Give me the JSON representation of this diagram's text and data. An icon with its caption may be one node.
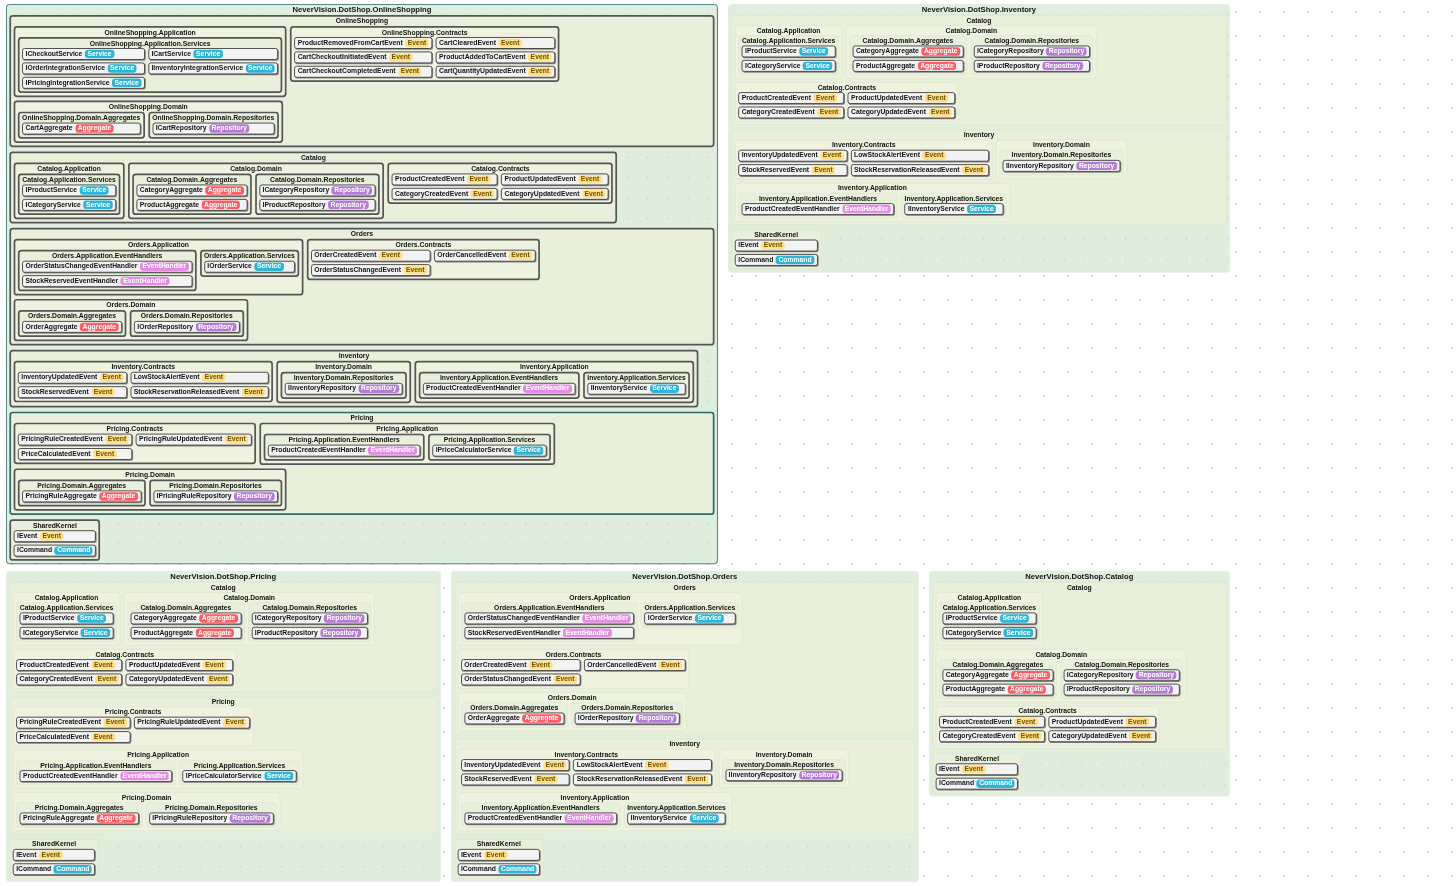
{
  "diagram": {
    "nodes": [
      {
        "text": [
          "NeverVision.DotShop.OnlineShopping"
        ]
      },
      {
        "text": [
          "OnlineShopping"
        ],
        "in": 0
      },
      {
        "text": [
          "OnlineShopping.Application"
        ],
        "in": 1
      },
      {
        "text": [
          "OnlineShopping.Application.Services"
        ],
        "in": 2
      },
      {
        "text": [
          "ICheckoutService",
          "Service"
        ],
        "in": 3
      },
      {
        "text": [
          "ICartService",
          "Service"
        ],
        "in": 3
      },
      {
        "text": [
          "IOrderIntegrationService",
          "Service"
        ],
        "in": 3
      },
      {
        "text": [
          "IInventoryIntegrationService",
          "Service"
        ],
        "in": 3
      },
      {
        "text": [
          "IPricingIntegrationService",
          "Service"
        ],
        "in": 3
      },
      {
        "text": [
          "OnlineShopping.Contracts"
        ],
        "in": 1
      },
      {
        "text": [
          "ProductRemovedFromCartEvent",
          "Event"
        ],
        "in": 9
      },
      {
        "text": [
          "CartClearedEvent",
          "Event"
        ],
        "in": 9
      },
      {
        "text": [
          "CartCheckoutInitiatedEvent",
          "Event"
        ],
        "in": 9
      },
      {
        "text": [
          "ProductAddedToCartEvent",
          "Event"
        ],
        "in": 9
      },
      {
        "text": [
          "CartCheckoutCompletedEvent",
          "Event"
        ],
        "in": 9
      },
      {
        "text": [
          "CartQuantityUpdatedEvent",
          "Event"
        ],
        "in": 9
      },
      {
        "text": [
          "OnlineShopping.Domain"
        ],
        "in": 1
      },
      {
        "text": [
          "OnlineShopping.Domain.Aggregates"
        ],
        "in": 16
      },
      {
        "text": [
          "CartAggregate",
          "Aggregate"
        ],
        "in": 17
      },
      {
        "text": [
          "OnlineShopping.Domain.Repositories"
        ],
        "in": 16
      },
      {
        "text": [
          "ICartRepository",
          "Repository"
        ],
        "in": 19
      },
      {
        "text": [
          "Catalog"
        ],
        "in": 0
      },
      {
        "text": [
          "Catalog.Application"
        ],
        "in": 21
      },
      {
        "text": [
          "Catalog.Application.Services"
        ],
        "in": 22
      },
      {
        "text": [
          "IProductService",
          "Service"
        ],
        "in": 23
      },
      {
        "text": [
          "ICategoryService",
          "Service"
        ],
        "in": 23
      },
      {
        "text": [
          "Catalog.Domain"
        ],
        "in": 21
      },
      {
        "text": [
          "Catalog.Domain.Aggregates"
        ],
        "in": 26
      },
      {
        "text": [
          "CategoryAggregate",
          "Aggregate"
        ],
        "in": 27
      },
      {
        "text": [
          "ProductAggregate",
          "Aggregate"
        ],
        "in": 27
      },
      {
        "text": [
          "Catalog.Domain.Repositories"
        ],
        "in": 26
      },
      {
        "text": [
          "ICategoryRepository",
          "Repository"
        ],
        "in": 30
      },
      {
        "text": [
          "IProductRepository",
          "Repository"
        ],
        "in": 30
      },
      {
        "text": [
          "Catalog.Contracts"
        ],
        "in": 21
      },
      {
        "text": [
          "ProductCreatedEvent",
          "Event"
        ],
        "in": 33
      },
      {
        "text": [
          "ProductUpdatedEvent",
          "Event"
        ],
        "in": 33
      },
      {
        "text": [
          "CategoryCreatedEvent",
          "Event"
        ],
        "in": 33
      },
      {
        "text": [
          "CategoryUpdatedEvent",
          "Event"
        ],
        "in": 33
      },
      {
        "text": [
          "Orders"
        ],
        "in": 0
      },
      {
        "text": [
          "Orders.Application"
        ],
        "in": 38
      },
      {
        "text": [
          "Orders.Application.EventHandlers"
        ],
        "in": 39
      },
      {
        "text": [
          "OrderStatusChangedEventHandler",
          "EventHandler"
        ],
        "in": 40
      },
      {
        "text": [
          "StockReservedEventHandler",
          "EventHandler"
        ],
        "in": 40
      },
      {
        "text": [
          "Orders.Application.Services"
        ],
        "in": 39
      },
      {
        "text": [
          "IOrderService",
          "Service"
        ],
        "in": 43
      },
      {
        "text": [
          "Orders.Contracts"
        ],
        "in": 38
      },
      {
        "text": [
          "OrderCreatedEvent",
          "Event"
        ],
        "in": 45
      },
      {
        "text": [
          "OrderCancelledEvent",
          "Event"
        ],
        "in": 45
      },
      {
        "text": [
          "OrderStatusChangedEvent",
          "Event"
        ],
        "in": 45
      },
      {
        "text": [
          "Orders.Domain"
        ],
        "in": 38
      },
      {
        "text": [
          "Orders.Domain.Aggregates"
        ],
        "in": 49
      },
      {
        "text": [
          "OrderAggregate",
          "Aggregate"
        ],
        "in": 50
      },
      {
        "text": [
          "Orders.Domain.Repositories"
        ],
        "in": 49
      },
      {
        "text": [
          "IOrderRepository",
          "Repository"
        ],
        "in": 52
      },
      {
        "text": [
          "Inventory"
        ],
        "in": 0
      },
      {
        "text": [
          "Inventory.Contracts"
        ],
        "in": 54
      },
      {
        "text": [
          "InventoryUpdatedEvent",
          "Event"
        ],
        "in": 55
      },
      {
        "text": [
          "LowStockAlertEvent",
          "Event"
        ],
        "in": 55
      },
      {
        "text": [
          "StockReservedEvent",
          "Event"
        ],
        "in": 55
      },
      {
        "text": [
          "StockReservationReleasedEvent",
          "Event"
        ],
        "in": 55
      },
      {
        "text": [
          "Inventory.Domain"
        ],
        "in": 54
      },
      {
        "text": [
          "Inventory.Domain.Repositories"
        ],
        "in": 60
      },
      {
        "text": [
          "IInventoryRepository",
          "Repository"
        ],
        "in": 61
      },
      {
        "text": [
          "Inventory.Application"
        ],
        "in": 54
      },
      {
        "text": [
          "Inventory.Application.EventHandlers"
        ],
        "in": 63
      },
      {
        "text": [
          "ProductCreatedEventHandler",
          "EventHandler"
        ],
        "in": 64
      },
      {
        "text": [
          "Inventory.Application.Services"
        ],
        "in": 63
      },
      {
        "text": [
          "IInventoryService",
          "Service"
        ],
        "in": 66
      },
      {
        "text": [
          "Pricing"
        ],
        "in": 0
      },
      {
        "text": [
          "Pricing.Contracts"
        ],
        "in": 68
      },
      {
        "text": [
          "PricingRuleCreatedEvent",
          "Event"
        ],
        "in": 69
      },
      {
        "text": [
          "PricingRuleUpdatedEvent",
          "Event"
        ],
        "in": 69
      },
      {
        "text": [
          "PriceCalculatedEvent",
          "Event"
        ],
        "in": 69
      },
      {
        "text": [
          "Pricing.Application"
        ],
        "in": 68
      },
      {
        "text": [
          "Pricing.Application.EventHandlers"
        ],
        "in": 73
      },
      {
        "text": [
          "ProductCreatedEventHandler",
          "EventHandler"
        ],
        "in": 74
      },
      {
        "text": [
          "Pricing.Application.Services"
        ],
        "in": 73
      },
      {
        "text": [
          "IPriceCalculatorService",
          "Service"
        ],
        "in": 76
      },
      {
        "text": [
          "Pricing.Domain"
        ],
        "in": 68
      },
      {
        "text": [
          "Pricing.Domain.Aggregates"
        ],
        "in": 78
      },
      {
        "text": [
          "PricingRuleAggregate",
          "Aggregate"
        ],
        "in": 79
      },
      {
        "text": [
          "Pricing.Domain.Repositories"
        ],
        "in": 78
      },
      {
        "text": [
          "IPricingRuleRepository",
          "Repository"
        ],
        "in": 81
      },
      {
        "text": [
          "SharedKernel"
        ],
        "in": 0
      },
      {
        "text": [
          "IEvent",
          "Event"
        ],
        "in": 83
      },
      {
        "text": [
          "ICommand",
          "Command"
        ],
        "in": 83
      },
      {
        "text": [
          "NeverVision.DotShop.Inventory"
        ]
      },
      {
        "text": [
          "Catalog"
        ],
        "in": 86
      },
      {
        "text": [
          "Catalog.Application"
        ],
        "in": 87
      },
      {
        "text": [
          "Catalog.Application.Services"
        ],
        "in": 88
      },
      {
        "text": [
          "IProductService",
          "Service"
        ],
        "in": 89
      },
      {
        "text": [
          "ICategoryService",
          "Service"
        ],
        "in": 89
      },
      {
        "text": [
          "Catalog.Domain"
        ],
        "in": 87
      },
      {
        "text": [
          "Catalog.Domain.Aggregates"
        ],
        "in": 92
      },
      {
        "text": [
          "CategoryAggregate",
          "Aggregate"
        ],
        "in": 93
      },
      {
        "text": [
          "ProductAggregate",
          "Aggregate"
        ],
        "in": 93
      },
      {
        "text": [
          "Catalog.Domain.Repositories"
        ],
        "in": 92
      },
      {
        "text": [
          "ICategoryRepository",
          "Repository"
        ],
        "in": 96
      },
      {
        "text": [
          "IProductRepository",
          "Repository"
        ],
        "in": 96
      },
      {
        "text": [
          "Catalog.Contracts"
        ],
        "in": 87
      },
      {
        "text": [
          "ProductCreatedEvent",
          "Event"
        ],
        "in": 99
      },
      {
        "text": [
          "ProductUpdatedEvent",
          "Event"
        ],
        "in": 99
      },
      {
        "text": [
          "CategoryCreatedEvent",
          "Event"
        ],
        "in": 99
      },
      {
        "text": [
          "CategoryUpdatedEvent",
          "Event"
        ],
        "in": 99
      },
      {
        "text": [
          "Inventory"
        ],
        "in": 86
      },
      {
        "text": [
          "Inventory.Contracts"
        ],
        "in": 104
      },
      {
        "text": [
          "InventoryUpdatedEvent",
          "Event"
        ],
        "in": 105
      },
      {
        "text": [
          "LowStockAlertEvent",
          "Event"
        ],
        "in": 105
      },
      {
        "text": [
          "StockReservedEvent",
          "Event"
        ],
        "in": 105
      },
      {
        "text": [
          "StockReservationReleasedEvent",
          "Event"
        ],
        "in": 105
      },
      {
        "text": [
          "Inventory.Domain"
        ],
        "in": 104
      },
      {
        "text": [
          "Inventory.Domain.Repositories"
        ],
        "in": 110
      },
      {
        "text": [
          "IInventoryRepository",
          "Repository"
        ],
        "in": 111
      },
      {
        "text": [
          "Inventory.Application"
        ],
        "in": 104
      },
      {
        "text": [
          "Inventory.Application.EventHandlers"
        ],
        "in": 113
      },
      {
        "text": [
          "ProductCreatedEventHandler",
          "EventHandler"
        ],
        "in": 114
      },
      {
        "text": [
          "Inventory.Application.Services"
        ],
        "in": 113
      },
      {
        "text": [
          "IInventoryService",
          "Service"
        ],
        "in": 116
      },
      {
        "text": [
          "SharedKernel"
        ],
        "in": 86
      },
      {
        "text": [
          "IEvent",
          "Event"
        ],
        "in": 118
      },
      {
        "text": [
          "ICommand",
          "Command"
        ],
        "in": 118
      },
      {
        "text": [
          "NeverVision.DotShop.Pricing"
        ]
      },
      {
        "text": [
          "Catalog"
        ],
        "in": 121
      },
      {
        "text": [
          "Catalog.Application"
        ],
        "in": 122
      },
      {
        "text": [
          "Catalog.Application.Services"
        ],
        "in": 123
      },
      {
        "text": [
          "IProductService",
          "Service"
        ],
        "in": 124
      },
      {
        "text": [
          "ICategoryService",
          "Service"
        ],
        "in": 124
      },
      {
        "text": [
          "Catalog.Domain"
        ],
        "in": 122
      },
      {
        "text": [
          "Catalog.Domain.Aggregates"
        ],
        "in": 127
      },
      {
        "text": [
          "CategoryAggregate",
          "Aggregate"
        ],
        "in": 128
      },
      {
        "text": [
          "ProductAggregate",
          "Aggregate"
        ],
        "in": 128
      },
      {
        "text": [
          "Catalog.Domain.Repositories"
        ],
        "in": 127
      },
      {
        "text": [
          "ICategoryRepository",
          "Repository"
        ],
        "in": 131
      },
      {
        "text": [
          "IProductRepository",
          "Repository"
        ],
        "in": 131
      },
      {
        "text": [
          "Catalog.Contracts"
        ],
        "in": 122
      },
      {
        "text": [
          "ProductCreatedEvent",
          "Event"
        ],
        "in": 134
      },
      {
        "text": [
          "ProductUpdatedEvent",
          "Event"
        ],
        "in": 134
      },
      {
        "text": [
          "CategoryCreatedEvent",
          "Event"
        ],
        "in": 134
      },
      {
        "text": [
          "CategoryUpdatedEvent",
          "Event"
        ],
        "in": 134
      },
      {
        "text": [
          "Pricing"
        ],
        "in": 121
      },
      {
        "text": [
          "Pricing.Contracts"
        ],
        "in": 139
      },
      {
        "text": [
          "PricingRuleCreatedEvent",
          "Event"
        ],
        "in": 140
      },
      {
        "text": [
          "PricingRuleUpdatedEvent",
          "Event"
        ],
        "in": 140
      },
      {
        "text": [
          "PriceCalculatedEvent",
          "Event"
        ],
        "in": 140
      },
      {
        "text": [
          "Pricing.Application"
        ],
        "in": 139
      },
      {
        "text": [
          "Pricing.Application.EventHandlers"
        ],
        "in": 144
      },
      {
        "text": [
          "ProductCreatedEventHandler",
          "EventHandler"
        ],
        "in": 145
      },
      {
        "text": [
          "Pricing.Application.Services"
        ],
        "in": 144
      },
      {
        "text": [
          "IPriceCalculatorService",
          "Service"
        ],
        "in": 147
      },
      {
        "text": [
          "Pricing.Domain"
        ],
        "in": 139
      },
      {
        "text": [
          "Pricing.Domain.Aggregates"
        ],
        "in": 149
      },
      {
        "text": [
          "PricingRuleAggregate",
          "Aggregate"
        ],
        "in": 150
      },
      {
        "text": [
          "Pricing.Domain.Repositories"
        ],
        "in": 149
      },
      {
        "text": [
          "IPricingRuleRepository",
          "Repository"
        ],
        "in": 152
      },
      {
        "text": [
          "SharedKernel"
        ],
        "in": 121
      },
      {
        "text": [
          "IEvent",
          "Event"
        ],
        "in": 154
      },
      {
        "text": [
          "ICommand",
          "Command"
        ],
        "in": 154
      },
      {
        "text": [
          "NeverVision.DotShop.Orders"
        ]
      },
      {
        "text": [
          "Orders"
        ],
        "in": 157
      },
      {
        "text": [
          "Orders.Application"
        ],
        "in": 158
      },
      {
        "text": [
          "Orders.Application.EventHandlers"
        ],
        "in": 159
      },
      {
        "text": [
          "OrderStatusChangedEventHandler",
          "EventHandler"
        ],
        "in": 160
      },
      {
        "text": [
          "StockReservedEventHandler",
          "EventHandler"
        ],
        "in": 160
      },
      {
        "text": [
          "Orders.Application.Services"
        ],
        "in": 159
      },
      {
        "text": [
          "IOrderService",
          "Service"
        ],
        "in": 163
      },
      {
        "text": [
          "Orders.Contracts"
        ],
        "in": 158
      },
      {
        "text": [
          "OrderCreatedEvent",
          "Event"
        ],
        "in": 165
      },
      {
        "text": [
          "OrderCancelledEvent",
          "Event"
        ],
        "in": 165
      },
      {
        "text": [
          "OrderStatusChangedEvent",
          "Event"
        ],
        "in": 165
      },
      {
        "text": [
          "Orders.Domain"
        ],
        "in": 158
      },
      {
        "text": [
          "Orders.Domain.Aggregates"
        ],
        "in": 169
      },
      {
        "text": [
          "OrderAggregate",
          "Aggregate"
        ],
        "in": 170
      },
      {
        "text": [
          "Orders.Domain.Repositories"
        ],
        "in": 169
      },
      {
        "text": [
          "IOrderRepository",
          "Repository"
        ],
        "in": 172
      },
      {
        "text": [
          "Inventory"
        ],
        "in": 157
      },
      {
        "text": [
          "Inventory.Contracts"
        ],
        "in": 174
      },
      {
        "text": [
          "InventoryUpdatedEvent",
          "Event"
        ],
        "in": 175
      },
      {
        "text": [
          "LowStockAlertEvent",
          "Event"
        ],
        "in": 175
      },
      {
        "text": [
          "StockReservedEvent",
          "Event"
        ],
        "in": 175
      },
      {
        "text": [
          "StockReservationReleasedEvent",
          "Event"
        ],
        "in": 175
      },
      {
        "text": [
          "Inventory.Domain"
        ],
        "in": 174
      },
      {
        "text": [
          "Inventory.Domain.Repositories"
        ],
        "in": 180
      },
      {
        "text": [
          "IInventoryRepository",
          "Repository"
        ],
        "in": 181
      },
      {
        "text": [
          "Inventory.Application"
        ],
        "in": 174
      },
      {
        "text": [
          "Inventory.Application.EventHandlers"
        ],
        "in": 183
      },
      {
        "text": [
          "ProductCreatedEventHandler",
          "EventHandler"
        ],
        "in": 184
      },
      {
        "text": [
          "Inventory.Application.Services"
        ],
        "in": 183
      },
      {
        "text": [
          "IInventoryService",
          "Service"
        ],
        "in": 186
      },
      {
        "text": [
          "SharedKernel"
        ],
        "in": 157
      },
      {
        "text": [
          "IEvent",
          "Event"
        ],
        "in": 188
      },
      {
        "text": [
          "ICommand",
          "Command"
        ],
        "in": 188
      },
      {
        "text": [
          "NeverVision.DotShop.Catalog"
        ]
      },
      {
        "text": [
          "Catalog"
        ],
        "in": 191
      },
      {
        "text": [
          "Catalog.Application"
        ],
        "in": 192
      },
      {
        "text": [
          "Catalog.Application.Services"
        ],
        "in": 193
      },
      {
        "text": [
          "IProductService",
          "Service"
        ],
        "in": 194
      },
      {
        "text": [
          "ICategoryService",
          "Service"
        ],
        "in": 194
      },
      {
        "text": [
          "Catalog.Domain"
        ],
        "in": 192
      },
      {
        "text": [
          "Catalog.Domain.Aggregates"
        ],
        "in": 197
      },
      {
        "text": [
          "CategoryAggregate",
          "Aggregate"
        ],
        "in": 198
      },
      {
        "text": [
          "ProductAggregate",
          "Aggregate"
        ],
        "in": 198
      },
      {
        "text": [
          "Catalog.Domain.Repositories"
        ],
        "in": 197
      },
      {
        "text": [
          "ICategoryRepository",
          "Repository"
        ],
        "in": 201
      },
      {
        "text": [
          "IProductRepository",
          "Repository"
        ],
        "in": 201
      },
      {
        "text": [
          "Catalog.Contracts"
        ],
        "in": 192
      },
      {
        "text": [
          "ProductCreatedEvent",
          "Event"
        ],
        "in": 204
      },
      {
        "text": [
          "ProductUpdatedEvent",
          "Event"
        ],
        "in": 204
      },
      {
        "text": [
          "CategoryCreatedEvent",
          "Event"
        ],
        "in": 204
      },
      {
        "text": [
          "CategoryUpdatedEvent",
          "Event"
        ],
        "in": 204
      },
      {
        "text": [
          "SharedKernel"
        ],
        "in": 191
      },
      {
        "text": [
          "IEvent",
          "Event"
        ],
        "in": 209
      },
      {
        "text": [
          "ICommand",
          "Command"
        ],
        "in": 209
      }
    ]
  }
}
